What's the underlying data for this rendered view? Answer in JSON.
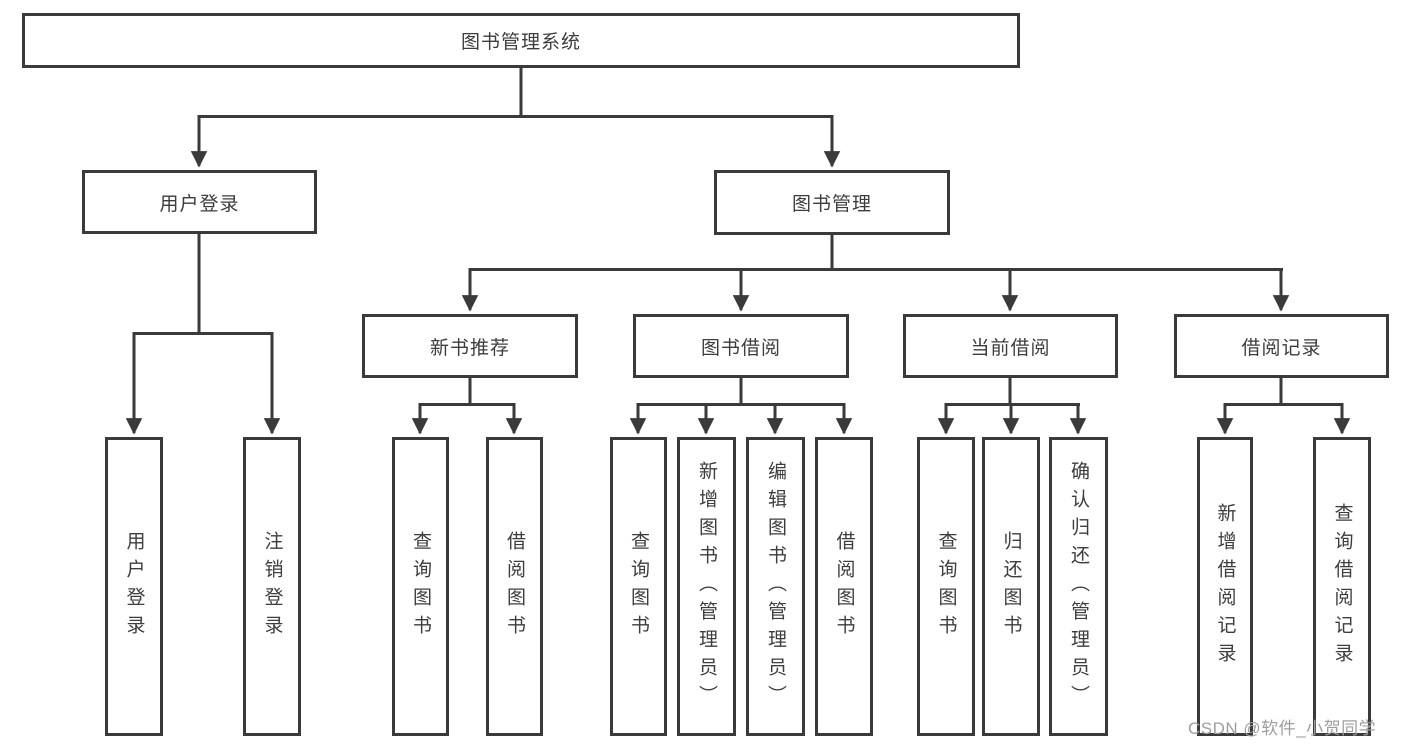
{
  "tree": {
    "label": "图书管理系统",
    "children": [
      {
        "label": "用户登录",
        "children": [
          {
            "label": "用户登录"
          },
          {
            "label": "注销登录"
          }
        ]
      },
      {
        "label": "图书管理",
        "children": [
          {
            "label": "新书推荐",
            "children": [
              {
                "label": "查询图书"
              },
              {
                "label": "借阅图书"
              }
            ]
          },
          {
            "label": "图书借阅",
            "children": [
              {
                "label": "查询图书"
              },
              {
                "label": "新增图书（管理员）"
              },
              {
                "label": "编辑图书（管理员）"
              },
              {
                "label": "借阅图书"
              }
            ]
          },
          {
            "label": "当前借阅",
            "children": [
              {
                "label": "查询图书"
              },
              {
                "label": "归还图书"
              },
              {
                "label": "确认归还（管理员）"
              }
            ]
          },
          {
            "label": "借阅记录",
            "children": [
              {
                "label": "新增借阅记录"
              },
              {
                "label": "查询借阅记录"
              }
            ]
          }
        ]
      }
    ]
  },
  "watermark": {
    "text": "CSDN @软件_小贺同学"
  },
  "colors": {
    "line": "#3a3a3a",
    "box_border": "#3a3a3a",
    "text": "#3d3d3d",
    "watermark": "#9e9e9e",
    "background": "#ffffff"
  }
}
